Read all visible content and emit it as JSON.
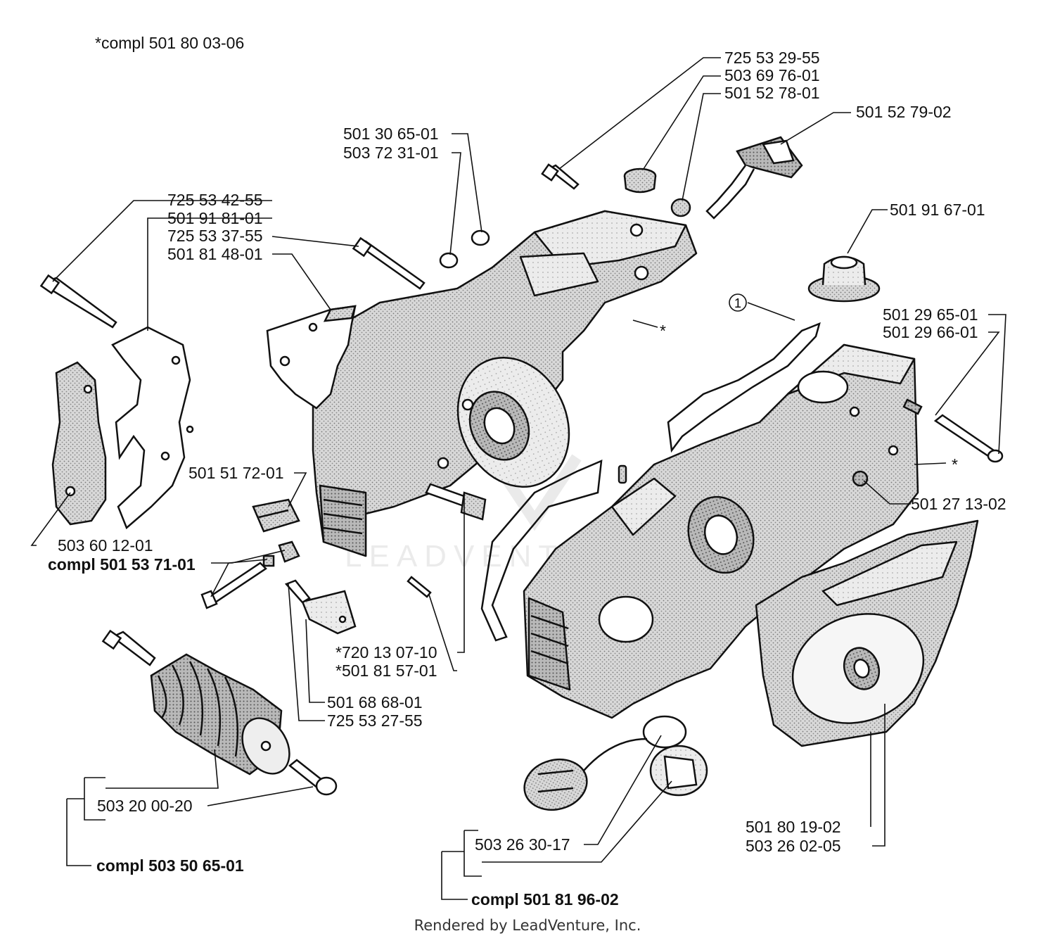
{
  "header_note": "*compl 501 80 03-06",
  "callout_number": "1",
  "labels": [
    {
      "id": "p01",
      "text": "725 53 29-55",
      "bold": false
    },
    {
      "id": "p02",
      "text": "503 69 76-01",
      "bold": false
    },
    {
      "id": "p03",
      "text": "501 52 78-01",
      "bold": false
    },
    {
      "id": "p04",
      "text": "501 52 79-02",
      "bold": false
    },
    {
      "id": "p05",
      "text": "501 30 65-01",
      "bold": false
    },
    {
      "id": "p06",
      "text": "503 72 31-01",
      "bold": false
    },
    {
      "id": "p07",
      "text": "725 53 42-55",
      "bold": false
    },
    {
      "id": "p08",
      "text": "501 91 81-01",
      "bold": false
    },
    {
      "id": "p09",
      "text": "725 53 37-55",
      "bold": false
    },
    {
      "id": "p10",
      "text": "501 81 48-01",
      "bold": false
    },
    {
      "id": "p11",
      "text": "501 91 67-01",
      "bold": false
    },
    {
      "id": "p12",
      "text": "501 29 65-01",
      "bold": false
    },
    {
      "id": "p13",
      "text": "501 29 66-01",
      "bold": false
    },
    {
      "id": "p14",
      "text": "501 51 72-01",
      "bold": false
    },
    {
      "id": "p15",
      "text": "501 27 13-02",
      "bold": false
    },
    {
      "id": "p16",
      "text": "503 60 12-01",
      "bold": false
    },
    {
      "id": "p17",
      "text": "compl 501 53 71-01",
      "bold": true
    },
    {
      "id": "p18",
      "text": "*720 13 07-10",
      "bold": false
    },
    {
      "id": "p19",
      "text": "*501 81 57-01",
      "bold": false
    },
    {
      "id": "p20",
      "text": "501 68 68-01",
      "bold": false
    },
    {
      "id": "p21",
      "text": "725 53 27-55",
      "bold": false
    },
    {
      "id": "p22",
      "text": "503 20 00-20",
      "bold": false
    },
    {
      "id": "p23",
      "text": "compl 503 50 65-01",
      "bold": true
    },
    {
      "id": "p24",
      "text": "503 26 30-17",
      "bold": false
    },
    {
      "id": "p25",
      "text": "501 80 19-02",
      "bold": false
    },
    {
      "id": "p26",
      "text": "503 26 02-05",
      "bold": false
    },
    {
      "id": "p27",
      "text": "compl 501 81 96-02",
      "bold": true
    }
  ],
  "asterisk_marks": [
    "*",
    "*"
  ],
  "footer": "Rendered by LeadVenture, Inc."
}
